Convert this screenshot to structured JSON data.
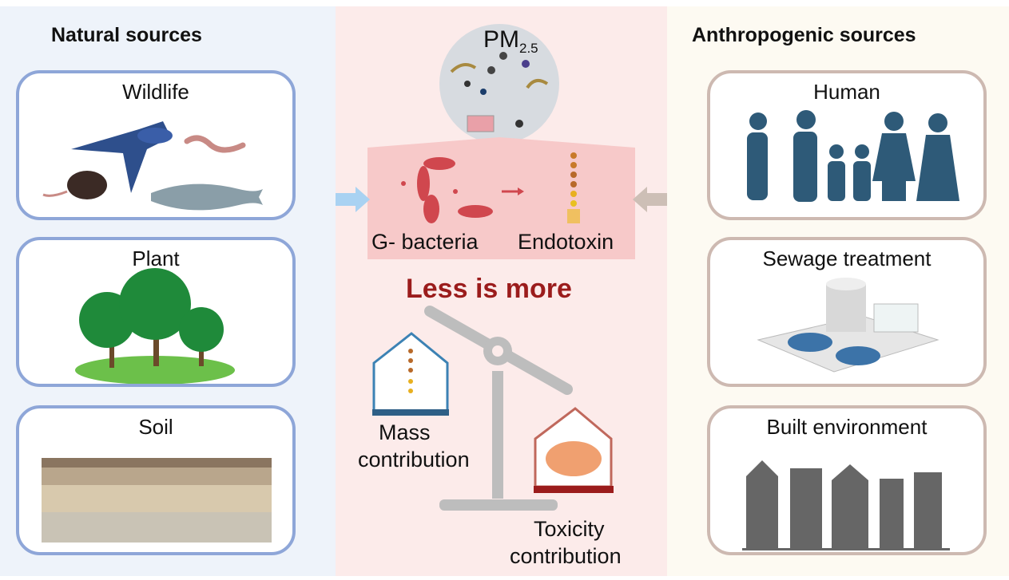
{
  "natural": {
    "title": "Natural sources",
    "items": [
      {
        "label": "Wildlife"
      },
      {
        "label": "Plant"
      },
      {
        "label": "Soil"
      }
    ]
  },
  "anthropogenic": {
    "title": "Anthropogenic sources",
    "items": [
      {
        "label": "Human"
      },
      {
        "label": "Sewage treatment"
      },
      {
        "label": "Built environment"
      }
    ]
  },
  "center": {
    "pm_label": "PM",
    "pm_sub": "2.5",
    "bacteria_label": "G- bacteria",
    "endotoxin_label": "Endotoxin",
    "headline": "Less is more",
    "mass_line1": "Mass",
    "mass_line2": "contribution",
    "tox_line1": "Toxicity",
    "tox_line2": "contribution"
  },
  "colors": {
    "natural_bg": "#eef3fa",
    "center_bg": "#fcebea",
    "anthro_bg": "#fdfaf2",
    "headline": "#9b1c1c",
    "natural_border": "#8ea6d8",
    "anthro_border": "#cdb9b1"
  }
}
